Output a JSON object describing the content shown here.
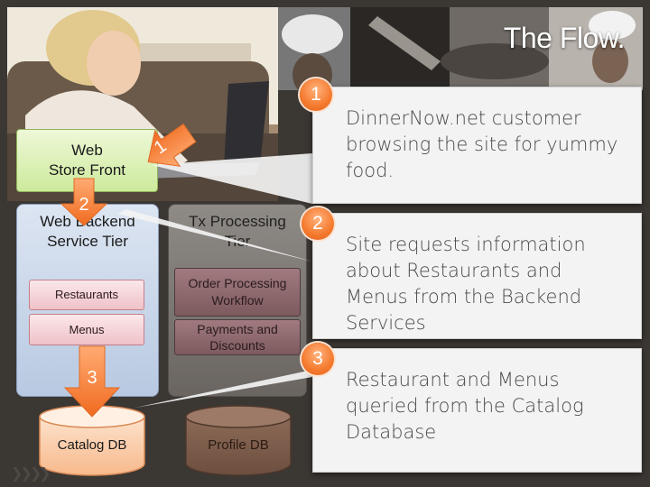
{
  "slide": {
    "title": "The Flow."
  },
  "store_front": {
    "line1": "Web",
    "line2": "Store Front"
  },
  "tiers": {
    "backend": {
      "line1": "Web Backend",
      "line2": "Service Tier",
      "services": [
        "Restaurants",
        "Menus"
      ]
    },
    "tx": {
      "line1": "Tx Processing",
      "line2": "Tier",
      "services": [
        {
          "line1": "Order Processing",
          "line2": "Workflow"
        },
        {
          "line1": "Payments and",
          "line2": "Discounts"
        }
      ]
    }
  },
  "databases": {
    "catalog": "Catalog DB",
    "profile": "Profile DB"
  },
  "arrows": {
    "store_arrow": "1",
    "backend_arrow": "2",
    "db_arrow": "3"
  },
  "steps": [
    {
      "number": "1",
      "text": "DinnerNow.net customer browsing the site for yummy food."
    },
    {
      "number": "2",
      "text": "Site requests information about Restaurants and Menus from the Backend Services"
    },
    {
      "number": "3",
      "text": "Restaurant and Menus queried from the Catalog Database"
    }
  ],
  "colors": {
    "accent": "#f57a2e",
    "callout_bg": "#f3f3f3",
    "store_green": "#cdea9c",
    "backend_blue": "#b8c9e1"
  }
}
